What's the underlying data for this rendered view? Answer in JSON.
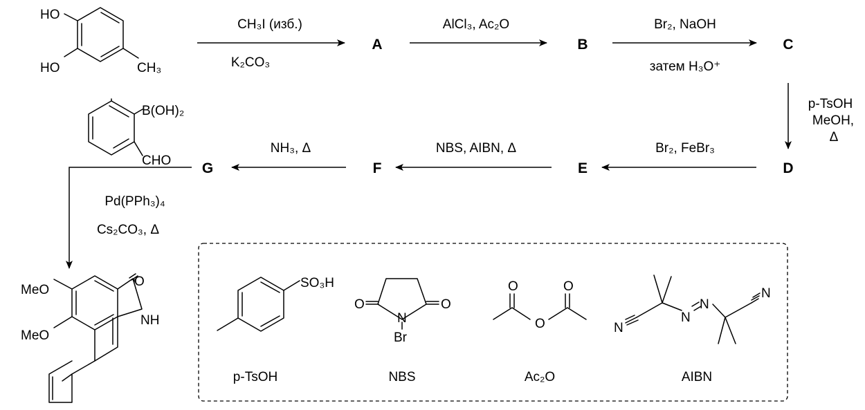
{
  "reactions": {
    "r1_top": "CH₃I (изб.)",
    "r1_bottom": "K₂CO₃",
    "r2_top": "AlCl₃, Ac₂O",
    "r3_top": "Br₂, NaOH",
    "r3_bottom": "затем H₃O⁺",
    "r4_line1": "p-TsOH",
    "r4_line2": "MeOH,",
    "r4_line3": "Δ",
    "r5_top": "Br₂, FeBr₃",
    "r6_top": "NBS, AIBN, Δ",
    "r7_top": "NH₃, Δ",
    "r8_line1": "Pd(PPh₃)₄",
    "r8_line2": "Cs₂CO₃, Δ"
  },
  "compounds": {
    "A": "A",
    "B": "B",
    "C": "C",
    "D": "D",
    "E": "E",
    "F": "F",
    "G": "G"
  },
  "structures": {
    "start_ho_top": "HO",
    "start_ho_bottom": "HO",
    "start_ch3": "CH₃",
    "boronic_b": "B(OH)₂",
    "boronic_cho": "CHO",
    "product_meo_top": "MeO",
    "product_meo_bottom": "MeO",
    "product_o": "O",
    "product_nh": "NH"
  },
  "legend": {
    "ptsoh_group": "SO₃H",
    "ptsoh_name": "p-TsOH",
    "nbs_o_left": "O",
    "nbs_n": "N",
    "nbs_o_right": "O",
    "nbs_br": "Br",
    "nbs_name": "NBS",
    "ac2o_o_left": "O",
    "ac2o_o_right": "O",
    "ac2o_o_bridge": "O",
    "ac2o_name": "Ac₂O",
    "aibn_n_left": "N",
    "aibn_azo_n1": "N",
    "aibn_azo_n2": "N",
    "aibn_n_right": "N",
    "aibn_name": "AIBN"
  }
}
